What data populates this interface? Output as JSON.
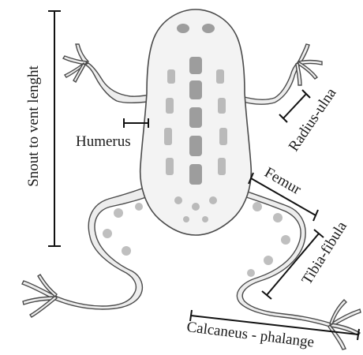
{
  "figure": {
    "labels": {
      "svl": "Snout to vent lenght",
      "humerus": "Humerus",
      "radius_ulna": "Radius-ulna",
      "femur": "Femur",
      "tibia_fibula": "Tibia-fibula",
      "calcaneus_phalange": "Calcaneus - phalange"
    },
    "colors": {
      "ink": "#111111",
      "sketch": "#4a4a4a",
      "background": "#ffffff"
    }
  }
}
